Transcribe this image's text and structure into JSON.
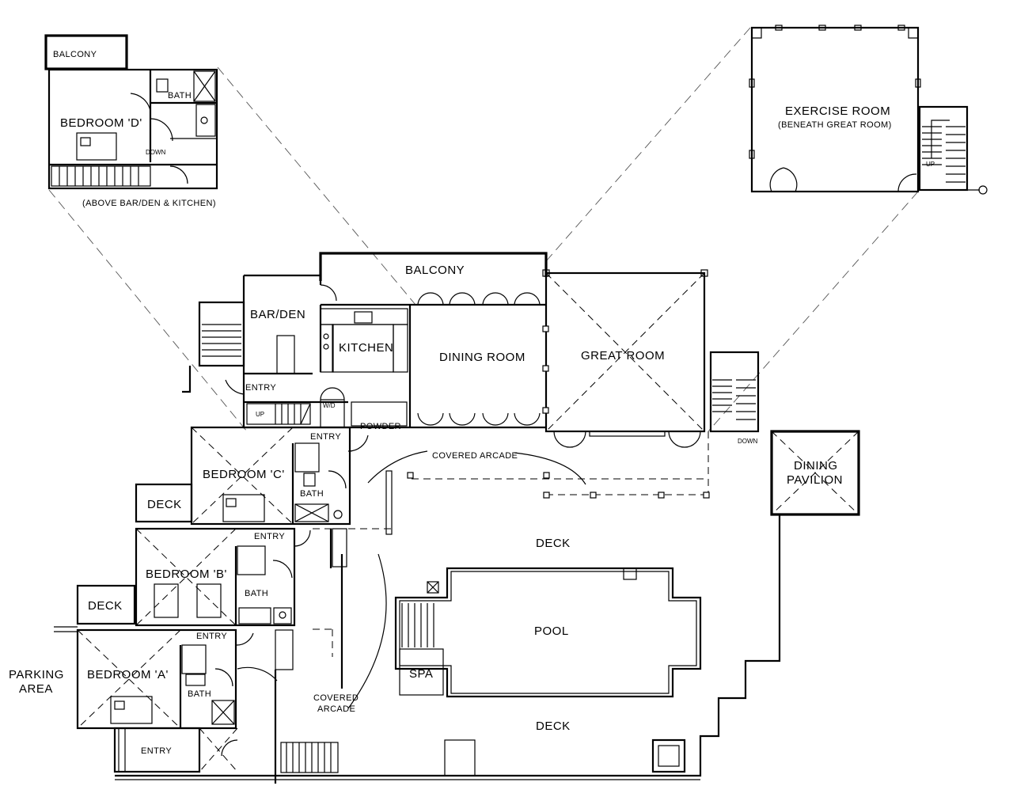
{
  "inset_upper": {
    "balcony": "BALCONY",
    "bath": "BATH",
    "bedroom": "BEDROOM 'D'",
    "down": "DOWN",
    "note": "(ABOVE BAR/DEN & KITCHEN)"
  },
  "inset_lower": {
    "title": "EXERCISE ROOM",
    "note": "(BENEATH GREAT ROOM)",
    "up": "UP"
  },
  "main": {
    "balcony": "BALCONY",
    "bar_den": "BAR/DEN",
    "kitchen": "KITCHEN",
    "dining_room": "DINING ROOM",
    "great_room": "GREAT ROOM",
    "entry_top": "ENTRY",
    "up": "UP",
    "wd": "W/D",
    "powder": "POWDER",
    "entry_c": "ENTRY",
    "covered_arcade_top": "COVERED ARCADE",
    "down": "DOWN",
    "dining_pavilion_1": "DINING",
    "dining_pavilion_2": "PAVILION",
    "bedroom_c": "BEDROOM 'C'",
    "bath_c": "BATH",
    "deck_c": "DECK",
    "entry_b": "ENTRY",
    "bedroom_b": "BEDROOM 'B'",
    "bath_b": "BATH",
    "deck_b": "DECK",
    "deck_main": "DECK",
    "pool": "POOL",
    "spa": "SPA",
    "entry_a": "ENTRY",
    "bedroom_a": "BEDROOM 'A'",
    "bath_a": "BATH",
    "parking_1": "PARKING",
    "parking_2": "AREA",
    "covered_arcade_low_1": "COVERED",
    "covered_arcade_low_2": "ARCADE",
    "deck_bottom": "DECK",
    "entry_bottom": "ENTRY"
  }
}
